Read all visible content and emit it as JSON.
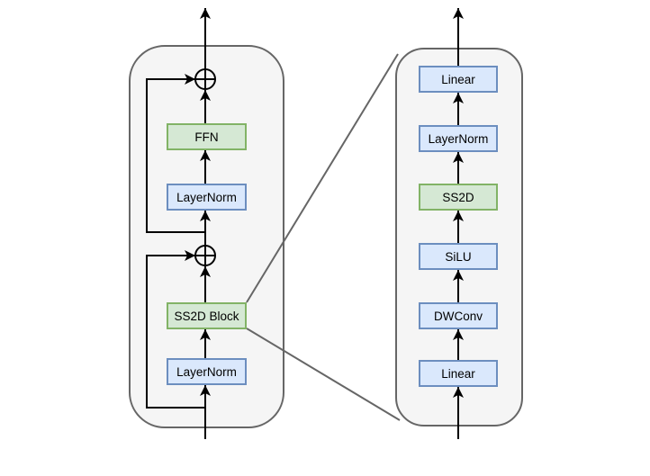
{
  "diagram": {
    "left_panel": {
      "description_icon": "rounded-container",
      "nodes": {
        "layernorm_bottom": "LayerNorm",
        "ss2d_block": "SS2D Block",
        "layernorm_top": "LayerNorm",
        "ffn": "FFN"
      },
      "add_operator_symbol": "⊕",
      "add_operator_count": 2
    },
    "right_panel": {
      "description_icon": "rounded-container",
      "nodes": {
        "linear_bottom": "Linear",
        "dwconv": "DWConv",
        "silu": "SiLU",
        "ss2d": "SS2D",
        "layernorm": "LayerNorm",
        "linear_top": "Linear"
      }
    },
    "colors": {
      "background": "#ffffff",
      "panel_fill": "#f5f5f5",
      "panel_border": "#666666",
      "blue_fill": "#dae8fc",
      "blue_border": "#6c8ebf",
      "green_fill": "#d5e8d4",
      "green_border": "#82b366",
      "wire": "#000000",
      "zoom_connector": "#666666"
    }
  }
}
